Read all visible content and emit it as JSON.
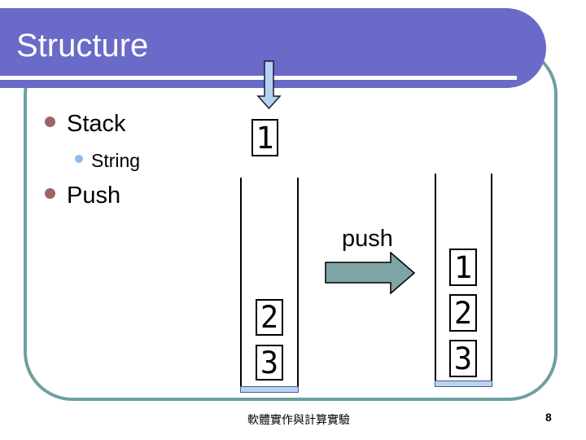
{
  "slide": {
    "title": "Structure",
    "footer": "軟體實作與計算實驗",
    "page_number": "8"
  },
  "bullets": {
    "items": [
      {
        "label": "Stack",
        "level": 1
      },
      {
        "label": "String",
        "level": 2
      },
      {
        "label": "Push",
        "level": 1
      }
    ]
  },
  "diagram": {
    "incoming_value": "1",
    "push_label": "push",
    "stack_before": {
      "items": [
        "2",
        "3"
      ]
    },
    "stack_after": {
      "items": [
        "1",
        "2",
        "3"
      ]
    }
  },
  "icons": {
    "down_arrow": "↓",
    "push_arrow": "→",
    "bullet_level1": "●",
    "bullet_level2": "●"
  },
  "colors": {
    "header_purple": "#6A6AC9",
    "border_teal": "#6FA0A0",
    "down_arrow_blue": "#B5D1F2",
    "push_arrow_teal": "#7EA4A4",
    "bullet_maroon": "#9B6565",
    "bullet_blue": "#8FBBEA",
    "stack_base_blue": "#B9D3F3"
  }
}
